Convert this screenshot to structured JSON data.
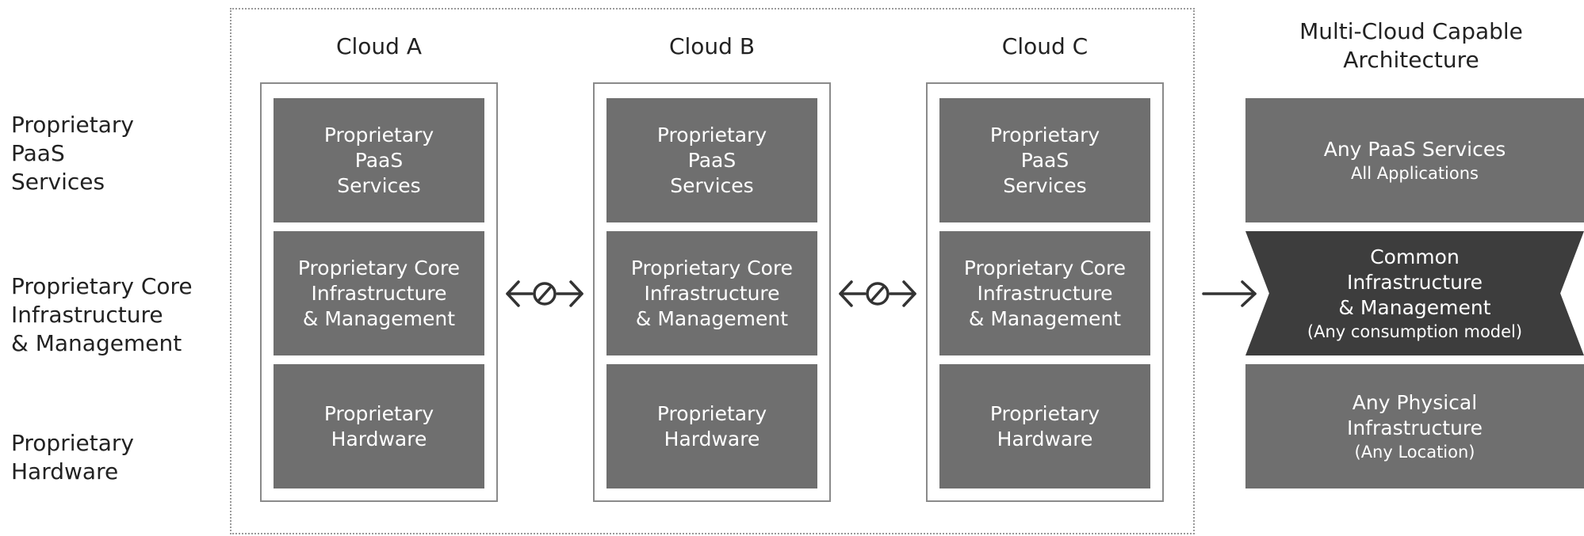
{
  "row_labels": {
    "paas": "Proprietary\nPaaS\nServices",
    "core": "Proprietary Core\nInfrastructure\n& Management",
    "hardware": "Proprietary\nHardware"
  },
  "clouds": [
    {
      "name": "Cloud A",
      "paas": [
        "Proprietary",
        "PaaS",
        "Services"
      ],
      "core": [
        "Proprietary Core",
        "Infrastructure",
        "& Management"
      ],
      "hardware": [
        "Proprietary",
        "Hardware"
      ]
    },
    {
      "name": "Cloud B",
      "paas": [
        "Proprietary",
        "PaaS",
        "Services"
      ],
      "core": [
        "Proprietary Core",
        "Infrastructure",
        "& Management"
      ],
      "hardware": [
        "Proprietary",
        "Hardware"
      ]
    },
    {
      "name": "Cloud C",
      "paas": [
        "Proprietary",
        "PaaS",
        "Services"
      ],
      "core": [
        "Proprietary Core",
        "Infrastructure",
        "& Management"
      ],
      "hardware": [
        "Proprietary",
        "Hardware"
      ]
    }
  ],
  "multicloud": {
    "title": "Multi-Cloud Capable\nArchitecture",
    "paas": {
      "line1": "Any PaaS Services",
      "sub": "All Applications"
    },
    "core": {
      "line1": "Common",
      "line2": "Infrastructure",
      "line3": "& Management",
      "sub": "(Any consumption model)"
    },
    "physical": {
      "line1": "Any Physical",
      "line2": "Infrastructure",
      "sub": "(Any Location)"
    }
  },
  "colors": {
    "block": "#6f6f6f",
    "block_dark": "#3d3d3d",
    "arrow": "#333333"
  }
}
